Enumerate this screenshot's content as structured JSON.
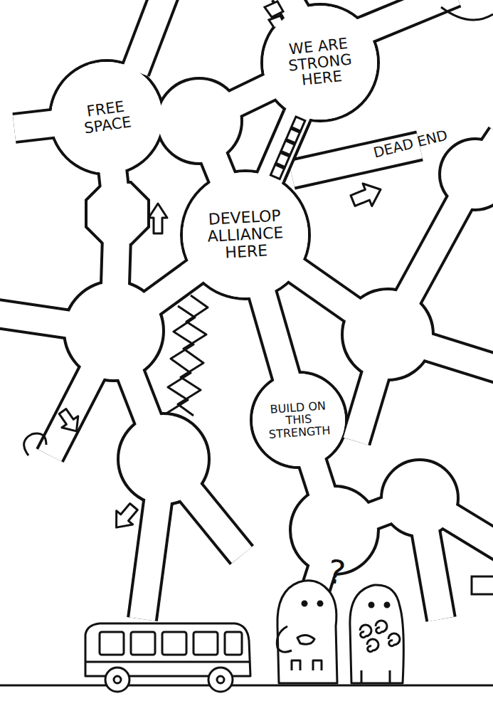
{
  "diagram": {
    "nodes": [
      {
        "text": [
          "FREE SPACE"
        ]
      },
      {
        "text": [
          "WE ARE STRONG HERE"
        ]
      },
      {
        "text": [
          "DEVELOP ALLIANCE HERE"
        ]
      },
      {
        "text": [
          "BUILD ON THIS STRENGTH"
        ]
      }
    ],
    "edges": [
      {
        "from": 2,
        "to": 1,
        "arrow": "none"
      }
    ],
    "labels": [
      "DEAD END",
      "?"
    ]
  }
}
